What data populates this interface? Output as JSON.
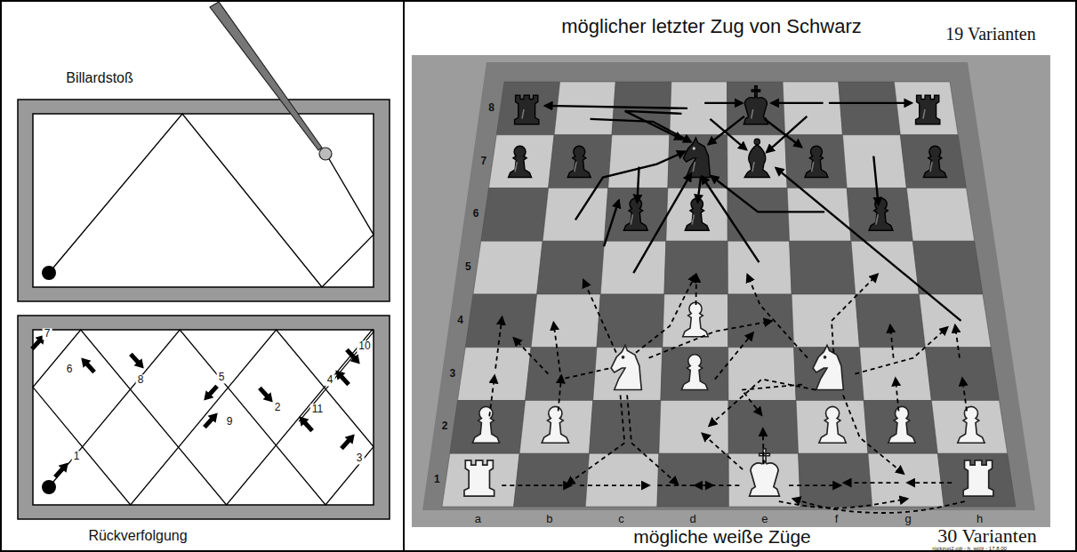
{
  "diagram": {
    "labels": [
      "Billardstoß",
      "Rückverfolgung",
      "1",
      "2",
      "3",
      "4",
      "5",
      "6",
      "7",
      "8",
      "9",
      "10",
      "11",
      "möglicher letzter Zug von Schwarz",
      "19 Varianten",
      "mögliche weiße Züge",
      "30 Varianten",
      "8",
      "7",
      "6",
      "5",
      "4",
      "3",
      "2",
      "1",
      "a",
      "b",
      "c",
      "d",
      "e",
      "f",
      "g",
      "h",
      "rückzug2.cdr - h. wölz - 17.8.00"
    ]
  }
}
